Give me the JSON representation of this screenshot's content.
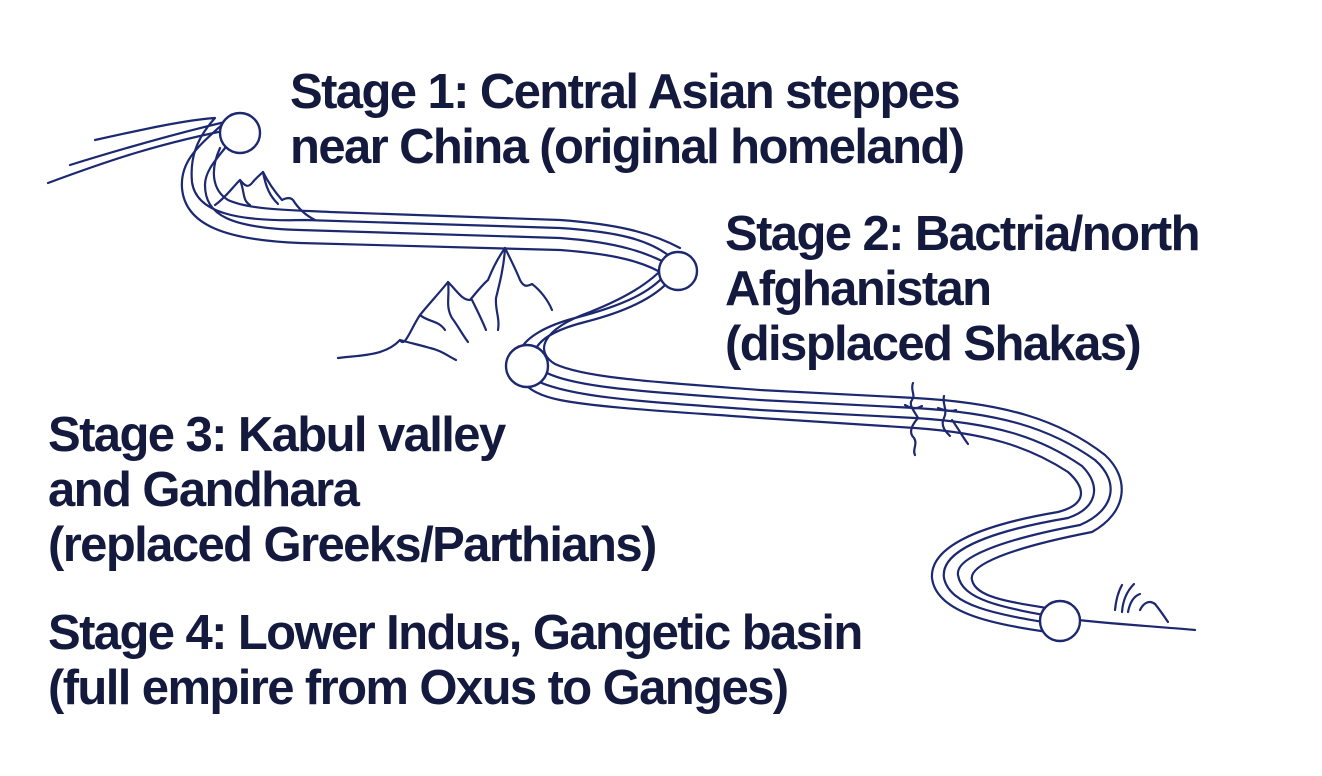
{
  "stages": [
    {
      "id": "stage-1",
      "lines": [
        "Stage 1: Central Asian steppes",
        "near China (original homeland)"
      ]
    },
    {
      "id": "stage-2",
      "lines": [
        "Stage 2: Bactria/north",
        "Afghanistan",
        "(displaced Shakas)"
      ]
    },
    {
      "id": "stage-3",
      "lines": [
        "Stage 3: Kabul valley",
        "and Gandhara",
        "(replaced Greeks/Parthians)"
      ]
    },
    {
      "id": "stage-4",
      "lines": [
        "Stage 4: Lower Indus, Gangetic basin",
        "(full empire from Oxus to Ganges)"
      ]
    }
  ],
  "colors": {
    "ink": "#1c2870",
    "text": "#141a3d",
    "background": "#ffffff"
  },
  "icons": [
    "mountain-icon",
    "hill-icon",
    "travelers-icon",
    "grass-icon",
    "stage-marker-icon"
  ]
}
